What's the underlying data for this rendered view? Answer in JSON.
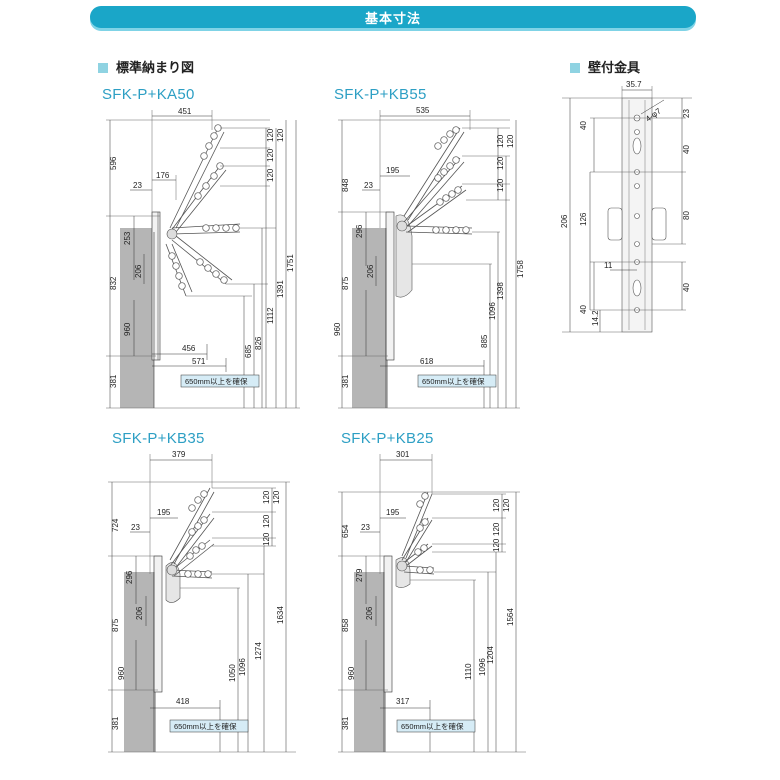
{
  "title": "基本寸法",
  "sections": {
    "storage": "標準納まり図",
    "bracket": "壁付金具"
  },
  "note": "650mm以上を確保",
  "models": {
    "ka50": {
      "name": "SFK-P+KA50",
      "dims": {
        "w451": "451",
        "w176": "176",
        "w23": "23",
        "h596": "596",
        "h832": "832",
        "h381": "381",
        "h253": "253",
        "h206": "206",
        "h960": "960",
        "w456": "456",
        "w571": "571",
        "r120a": "120",
        "r120b": "120",
        "r120c": "120",
        "r120d": "120",
        "v685": "685",
        "v826": "826",
        "v1112": "1112",
        "v1391": "1391",
        "v1751": "1751"
      }
    },
    "kb55": {
      "name": "SFK-P+KB55",
      "dims": {
        "w535": "535",
        "w195": "195",
        "w23": "23",
        "h848": "848",
        "h875": "875",
        "h381": "381",
        "h296": "296",
        "h206": "206",
        "h960": "960",
        "w618": "618",
        "r120a": "120",
        "r120b": "120",
        "r120c": "120",
        "r120d": "120",
        "v885": "885",
        "v1096": "1096",
        "v1398": "1398",
        "v1758": "1758"
      }
    },
    "kb35": {
      "name": "SFK-P+KB35",
      "dims": {
        "w379": "379",
        "w195": "195",
        "w23": "23",
        "h724": "724",
        "h875": "875",
        "h381": "381",
        "h296": "296",
        "h206": "206",
        "h960": "960",
        "w418": "418",
        "r120a": "120",
        "r120b": "120",
        "r120c": "120",
        "r120d": "120",
        "v1050": "1050",
        "v1096": "1096",
        "v1274": "1274",
        "v1634": "1634"
      }
    },
    "kb25": {
      "name": "SFK-P+KB25",
      "dims": {
        "w301": "301",
        "w195": "195",
        "w23": "23",
        "h654": "654",
        "h858": "858",
        "h381": "381",
        "h279": "279",
        "h206": "206",
        "h960": "960",
        "w317": "317",
        "r120a": "120",
        "r120b": "120",
        "r120c": "120",
        "r120d": "120",
        "v1110": "1110",
        "v1096": "1096",
        "v1204": "1204",
        "v1564": "1564"
      }
    }
  },
  "bracket_dims": {
    "w35_7": "35.7",
    "hole": "4-φ7",
    "d23": "23",
    "d40a": "40",
    "d40b": "40",
    "d80": "80",
    "d40c": "40",
    "d40d": "40",
    "d206": "206",
    "d126": "126",
    "d11": "11",
    "d14_2": "14.2"
  },
  "colors": {
    "accent": "#1aa6c8",
    "model_text": "#2d9fc4",
    "wall": "#b5b5b5",
    "note_bg": "#d6ecf6"
  }
}
